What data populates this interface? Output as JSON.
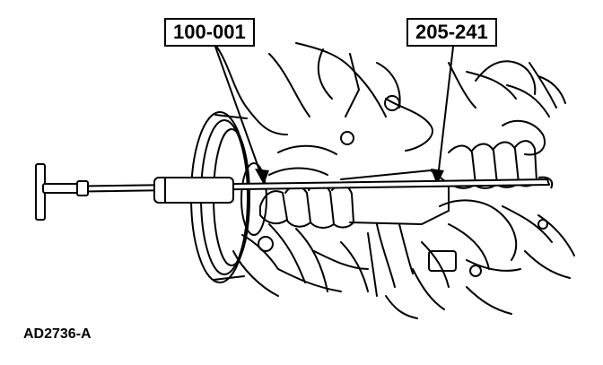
{
  "callouts": {
    "tool_left": "100-001",
    "tool_right": "205-241"
  },
  "figure_id": "AD2736-A",
  "colors": {
    "ink": "#000000",
    "paper": "#ffffff"
  }
}
